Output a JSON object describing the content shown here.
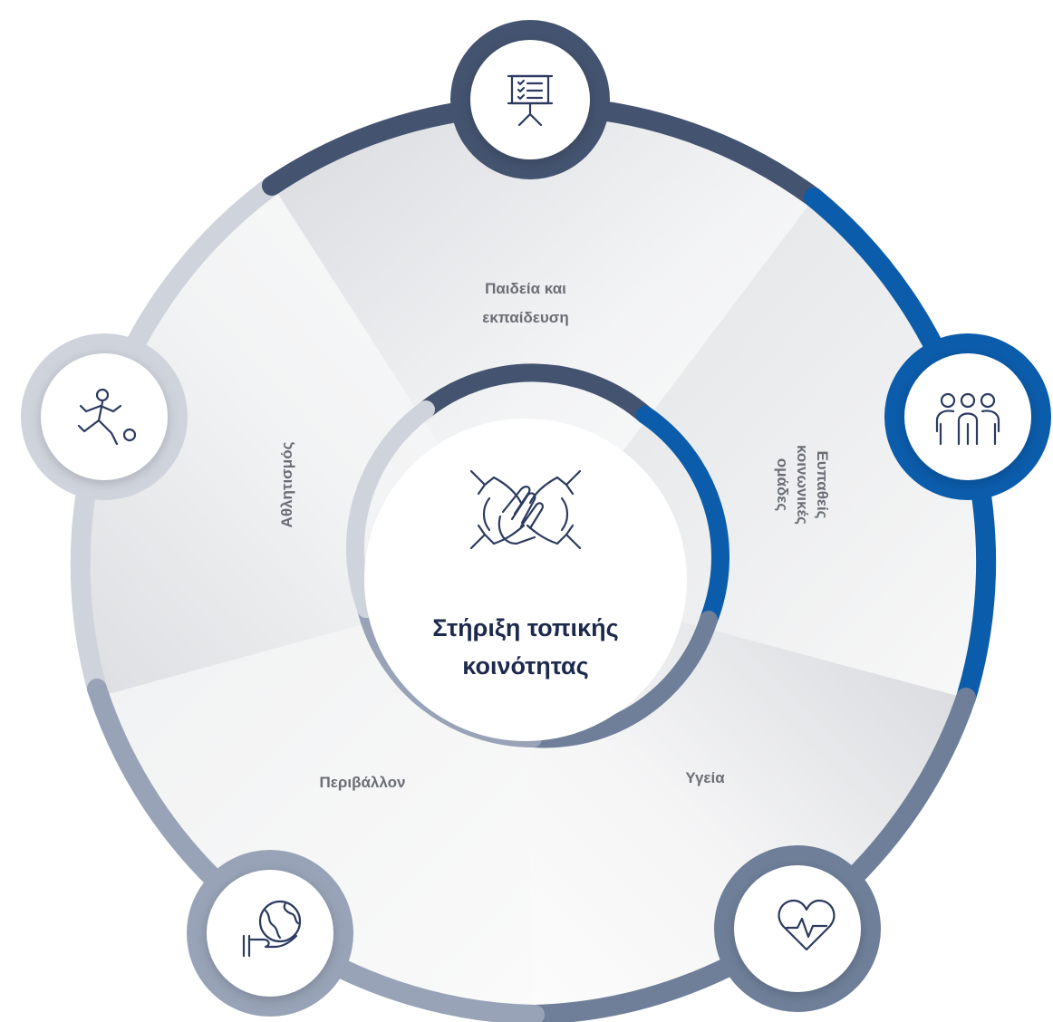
{
  "center": {
    "title_line1": "Στήριξη τοπικής",
    "title_line2": "κοινότητας",
    "icon": "hands-together-icon"
  },
  "segments": [
    {
      "key": "education",
      "label_line1": "Παιδεία και",
      "label_line2": "εκπαίδευση",
      "icon": "presentation-board-icon",
      "color": "#44536f"
    },
    {
      "key": "vulnerable",
      "label_line1": "Ευπαθείς",
      "label_line2": "κοινωνικές",
      "label_line3": "ομάδες",
      "icon": "people-group-icon",
      "color": "#0b5cab"
    },
    {
      "key": "health",
      "label_line1": "Υγεία",
      "icon": "heart-pulse-icon",
      "color": "#6f7f99"
    },
    {
      "key": "environment",
      "label_line1": "Περιβάλλον",
      "icon": "globe-in-hand-icon",
      "color": "#98a3b7"
    },
    {
      "key": "sports",
      "label_line1": "Αθλητισμός",
      "icon": "soccer-player-icon",
      "color": "#cfd3dc"
    }
  ]
}
